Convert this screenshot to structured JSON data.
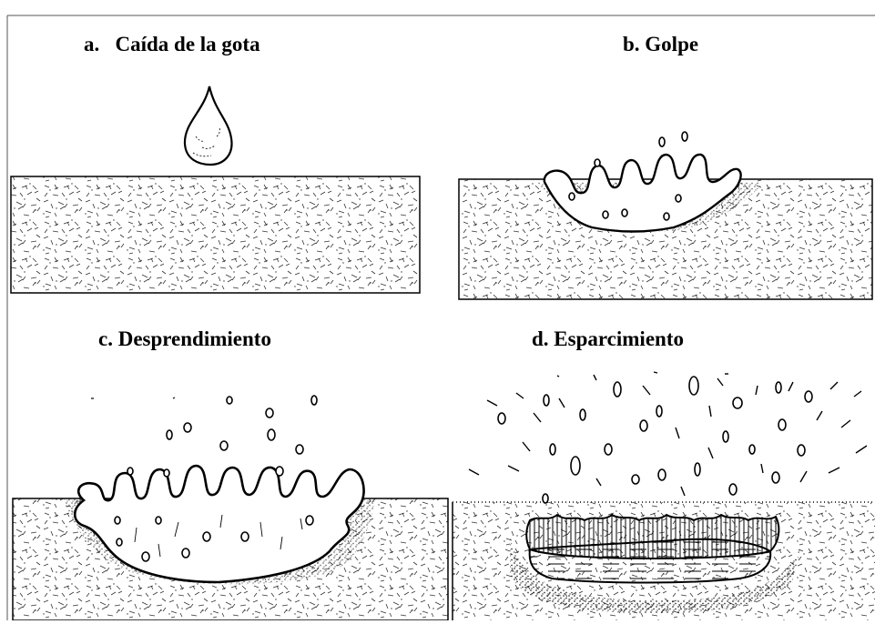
{
  "panels": [
    {
      "id": "a",
      "title": "a.   Caída de la gota"
    },
    {
      "id": "b",
      "title": "b. Golpe"
    },
    {
      "id": "c",
      "title": "c. Desprendimiento"
    },
    {
      "id": "d",
      "title": "d. Esparcimiento"
    }
  ],
  "colors": {
    "ink": "#000000",
    "background": "#ffffff",
    "soil_texture": "#333333"
  }
}
